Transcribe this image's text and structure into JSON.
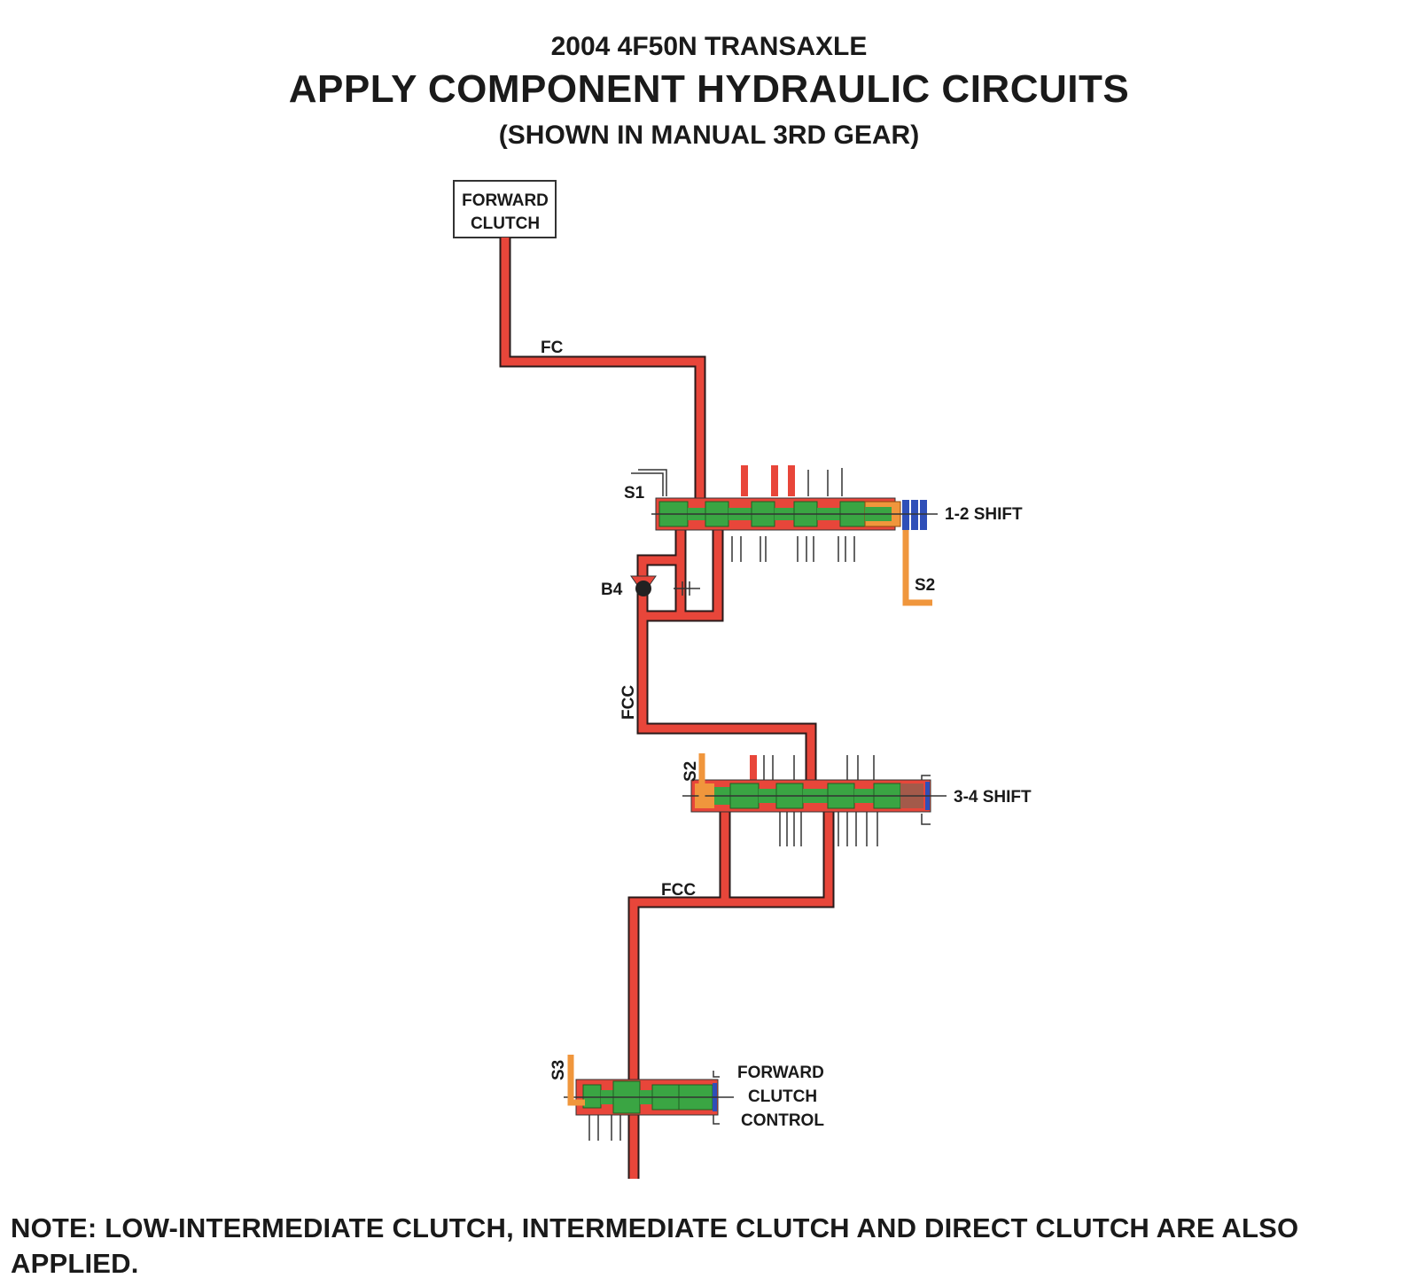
{
  "header": {
    "title_line1": "2004 4F50N TRANSAXLE",
    "title_line2": "APPLY COMPONENT HYDRAULIC CIRCUITS",
    "title_line3": "(SHOWN IN MANUAL 3RD GEAR)"
  },
  "components": {
    "forward_clutch_line1": "FORWARD",
    "forward_clutch_line2": "CLUTCH"
  },
  "valves": {
    "shift_12": "1-2 SHIFT",
    "shift_34": "3-4 SHIFT",
    "fcc_line1": "FORWARD",
    "fcc_line2": "CLUTCH",
    "fcc_line3": "CONTROL"
  },
  "circuit_labels": {
    "fc": "FC",
    "fcc_vertical": "FCC",
    "fcc_horizontal": "FCC",
    "s1": "S1",
    "s2_top": "S2",
    "s2_mid": "S2",
    "s3": "S3",
    "b4": "B4"
  },
  "colors": {
    "pressure_red": "#e8463a",
    "spool_green": "#3aa543",
    "solenoid_orange": "#f0963c",
    "spring_blue": "#2f4fb8"
  },
  "note": "NOTE: LOW-INTERMEDIATE CLUTCH, INTERMEDIATE CLUTCH AND DIRECT CLUTCH ARE ALSO APPLIED."
}
